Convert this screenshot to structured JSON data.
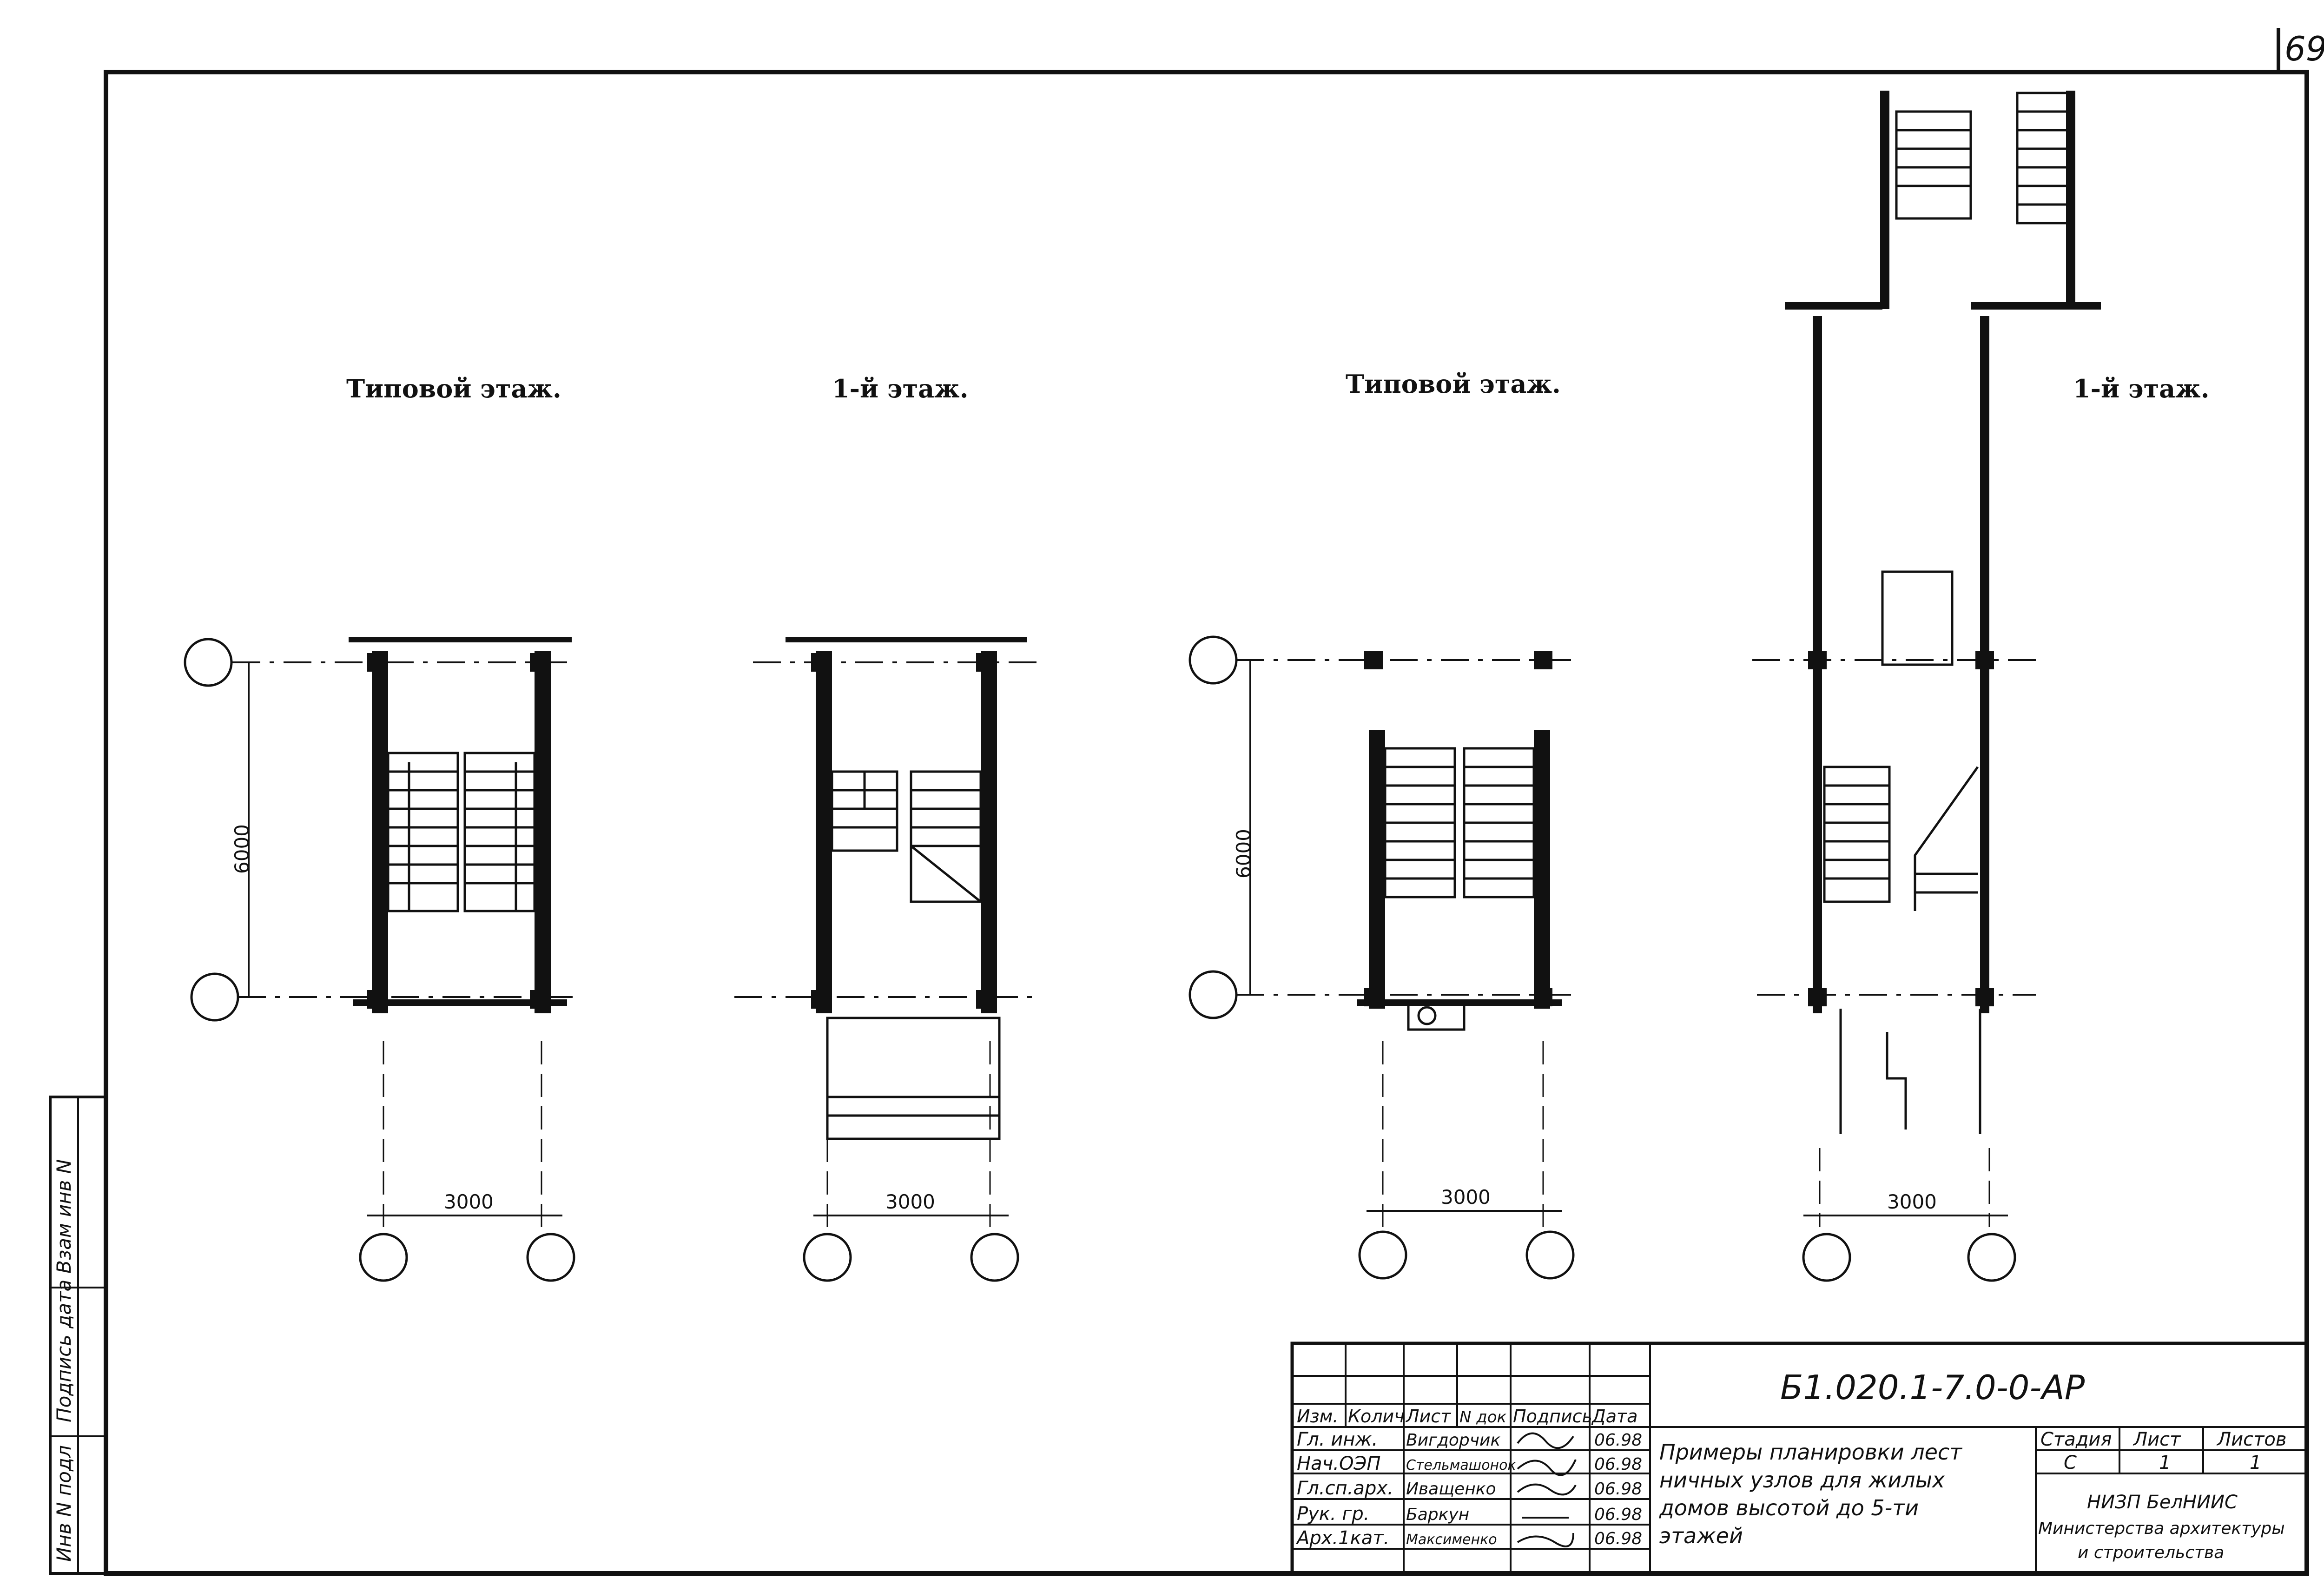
{
  "sheet_number": "69",
  "plans": [
    {
      "title": "Типовой этаж.",
      "width_dim": "3000",
      "height_dim": "6000"
    },
    {
      "title": "1-й этаж.",
      "width_dim": "3000"
    },
    {
      "title": "Типовой этаж.",
      "width_dim": "3000",
      "height_dim": "6000"
    },
    {
      "title": "1-й этаж.",
      "width_dim": "3000"
    }
  ],
  "side_stamp": {
    "cells": [
      "Инв N подл",
      "Подпись дата",
      "Взам инв N"
    ]
  },
  "title_block": {
    "doc_code": "Б1.020.1-7.0-0-АР",
    "headers": [
      "Изм.",
      "Колич",
      "Лист",
      "N док",
      "Подпись",
      "Дата"
    ],
    "signers": [
      {
        "role": "Гл. инж.",
        "name": "Вигдорчик",
        "date": "06.98"
      },
      {
        "role": "Нач.ОЭП",
        "name": "Стельмашонок",
        "date": "06.98"
      },
      {
        "role": "Гл.сп.арх.",
        "name": "Иващенко",
        "date": "06.98"
      },
      {
        "role": "Рук. гр.",
        "name": "Баркун",
        "date": "06.98"
      },
      {
        "role": "Арх.1кат.",
        "name": "Максименко",
        "date": "06.98"
      }
    ],
    "description_lines": [
      "Примеры планировки лест",
      "ничных узлов для жилых",
      "домов высотой до 5-ти",
      "этажей"
    ],
    "stage_header": "Стадия",
    "sheet_header": "Лист",
    "sheets_header": "Листов",
    "stage": "С",
    "sheet": "1",
    "sheets": "1",
    "org_lines": [
      "НИЗП БелНИИС",
      "Министерства архитектуры",
      "и строительства"
    ]
  }
}
